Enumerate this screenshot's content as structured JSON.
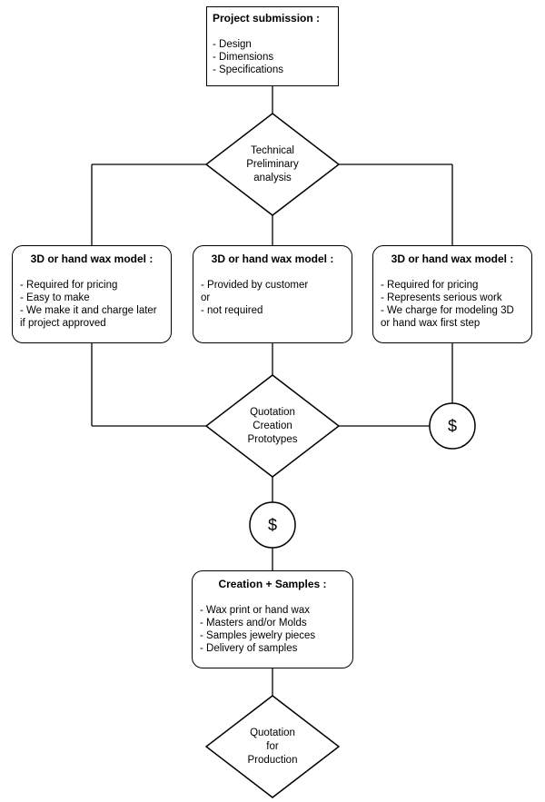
{
  "project_submission": {
    "title": "Project submission :",
    "items": [
      "- Design",
      "- Dimensions",
      "- Specifications"
    ]
  },
  "technical_analysis": {
    "lines": [
      "Technical",
      "Preliminary",
      "analysis"
    ]
  },
  "wax_left": {
    "title": "3D or  hand wax model :",
    "items": [
      "- Required for pricing",
      "- Easy to make",
      "- We make it and charge later",
      "if project approved"
    ]
  },
  "wax_middle": {
    "title": "3D or  hand wax model :",
    "items": [
      "- Provided by customer",
      "or",
      "- not required"
    ]
  },
  "wax_right": {
    "title": "3D or  hand wax model :",
    "items": [
      "- Required for pricing",
      "- Represents serious work",
      "- We charge for modeling 3D",
      "or hand wax first step"
    ]
  },
  "quotation_prototypes": {
    "lines": [
      "Quotation",
      "Creation",
      "Prototypes"
    ]
  },
  "dollar_right": "$",
  "dollar_center": "$",
  "creation_samples": {
    "title": "Creation + Samples :",
    "items": [
      "- Wax print or hand wax",
      "- Masters and/or Molds",
      "- Samples jewelry pieces",
      "- Delivery of samples"
    ]
  },
  "quotation_production": {
    "lines": [
      "Quotation",
      "for",
      "Production"
    ]
  }
}
